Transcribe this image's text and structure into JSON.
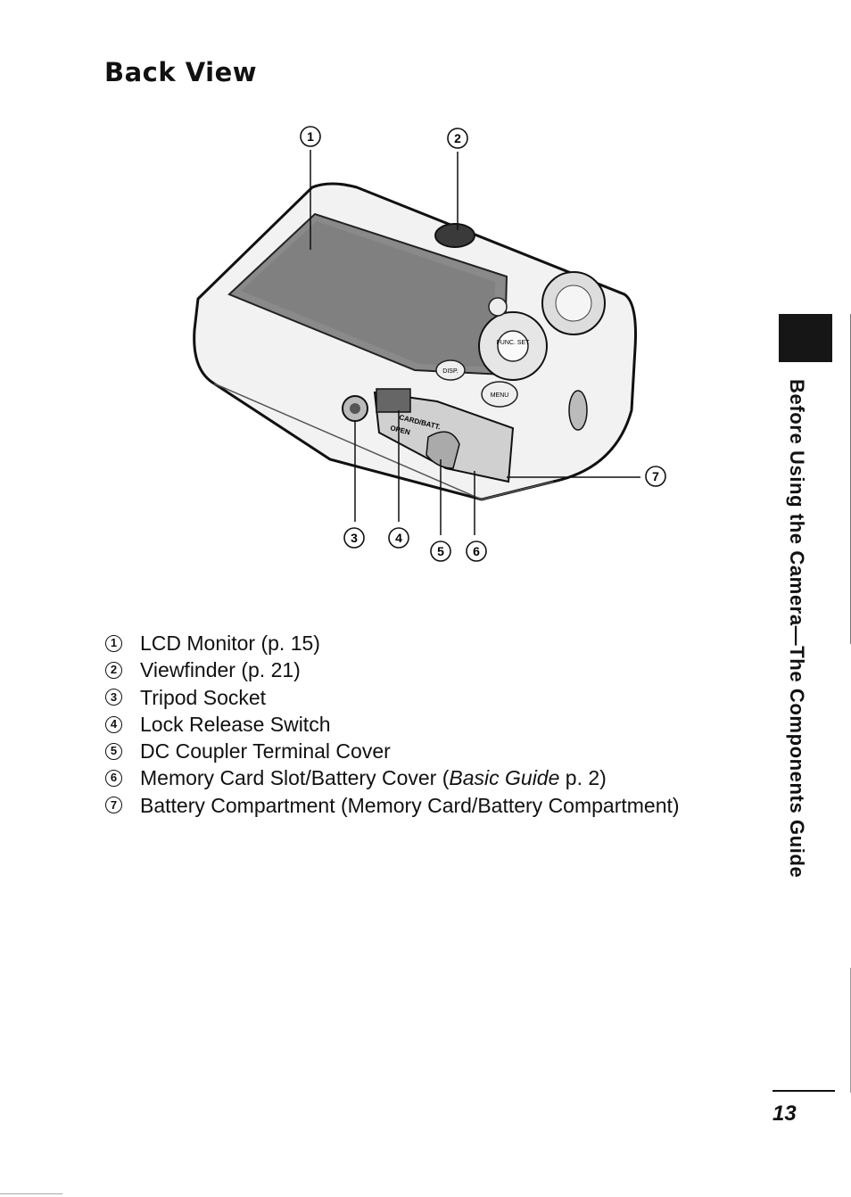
{
  "page": {
    "title": "Back View",
    "side_tab": "Before Using the Camera—The Components Guide",
    "page_number": "13"
  },
  "figure": {
    "callouts": [
      "1",
      "2",
      "3",
      "4",
      "5",
      "6",
      "7"
    ],
    "camera_marks": {
      "func_set": "FUNC. SET",
      "disp": "DISP.",
      "menu": "MENU",
      "card_batt": "CARD/BATT.",
      "open": "OPEN"
    }
  },
  "items": [
    {
      "num": "1",
      "text": "LCD Monitor (p. 15)"
    },
    {
      "num": "2",
      "text": "Viewfinder (p. 21)"
    },
    {
      "num": "3",
      "text": "Tripod Socket"
    },
    {
      "num": "4",
      "text": "Lock Release Switch"
    },
    {
      "num": "5",
      "text": "DC Coupler Terminal Cover"
    },
    {
      "num": "6",
      "text_pre": "Memory Card Slot/Battery Cover (",
      "text_italic": "Basic Guide",
      "text_post": " p. 2)"
    },
    {
      "num": "7",
      "text": "Battery Compartment (Memory Card/Battery Compartment)"
    }
  ]
}
